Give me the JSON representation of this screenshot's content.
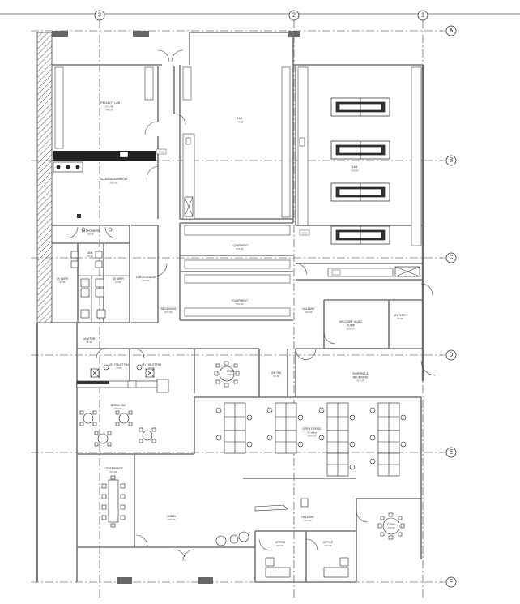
{
  "grid": {
    "columns": [
      "3",
      "2",
      "1"
    ],
    "rows": [
      "A",
      "B",
      "C",
      "D",
      "E",
      "F"
    ]
  },
  "rooms": {
    "specialty_lab": {
      "name": "SPECIALTY LAB",
      "detail": "(TC LAB)",
      "area": "XXX SF"
    },
    "glass_washing": {
      "name": "GLASS WASH/MEDIA",
      "area": "XXX SF"
    },
    "lab_center": {
      "name": "LAB",
      "area": "XXX SF"
    },
    "lab_right": {
      "name": "LAB",
      "area": "XXX SF"
    },
    "showers": {
      "name": "(2) SHOWERS",
      "area": "XX SF"
    },
    "janitor_upper": {
      "name": "JAN",
      "area": "XX SF"
    },
    "ww_left": {
      "name": "(2) W/RR",
      "area": "XX SF"
    },
    "ww_right": {
      "name": "(2) M/RR",
      "area": "XX SF"
    },
    "lab_storage": {
      "name": "LAB STORAGE",
      "area": "XXX SF"
    },
    "equipment_1": {
      "name": "EQUIPMENT",
      "area": "XXX SF"
    },
    "equipment_2": {
      "name": "EQUIPMENT",
      "area": "XXX SF"
    },
    "receiving": {
      "name": "RECEIVING",
      "area": "XXX SF"
    },
    "hallway_upper": {
      "name": "HALLWAY",
      "area": "XXX SF"
    },
    "air_comp": {
      "name": "AIR COMP. & VAC",
      "detail": "PUMP",
      "area": "XXX SF"
    },
    "elec": {
      "name": "(E) ELEC.",
      "area": "XX SF"
    },
    "janitor_lower": {
      "name": "JANITOR",
      "area": "XX SF"
    },
    "toilet_left": {
      "name": "(E) TOILET RM",
      "area": "XX SF"
    },
    "toilet_right": {
      "name": "(E) TOILET RM",
      "area": "XX SF"
    },
    "conf_upper": {
      "name": "CONF.",
      "area": "XXX SF"
    },
    "idf": {
      "name": "IDF RM",
      "area": "XX SF"
    },
    "shipping": {
      "name": "SHIPPING &",
      "detail": "RECEIVING",
      "area": "XXX SF"
    },
    "break_rm": {
      "name": "BREAK RM",
      "area": "XXX SF"
    },
    "open_office": {
      "name": "OPEN OFFICE",
      "detail": "(XX seats)",
      "area": "XXXX SF"
    },
    "conference": {
      "name": "CONFERENCE",
      "area": "XXX SF"
    },
    "lobby": {
      "name": "LOBBY",
      "area": "XXX SF"
    },
    "hallway_lower": {
      "name": "HALLWAY",
      "area": "XXX SF"
    },
    "office_1": {
      "name": "OFFICE",
      "area": "XXX SF"
    },
    "office_2": {
      "name": "OFFICE",
      "area": "XXX SF"
    },
    "conf_lower": {
      "name": "CONF.",
      "area": "XXX SF"
    }
  },
  "tags": {
    "tag_1": "XXXX",
    "tag_2": "XXXX"
  }
}
